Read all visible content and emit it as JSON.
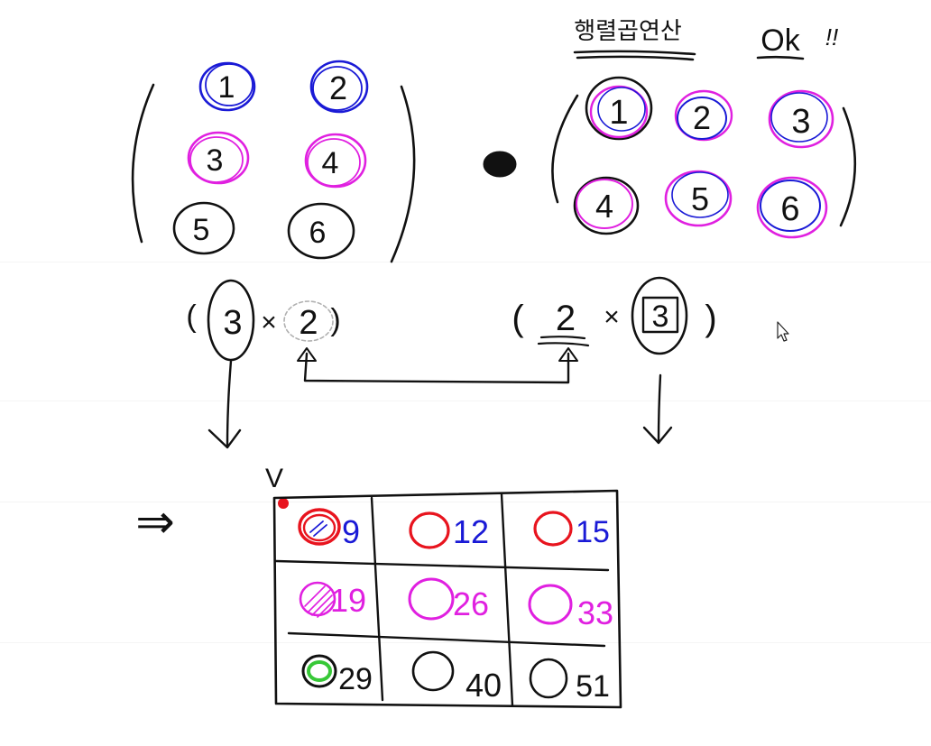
{
  "colors": {
    "ink": "#111111",
    "blue": "#1a1ad6",
    "magenta": "#e020e0",
    "red": "#e8141e",
    "green": "#37c837",
    "ruled_line": "#f4f4f4"
  },
  "header": {
    "korean_title": "행렬곱연산",
    "ok_mark": "Ok",
    "exclaim": "!!"
  },
  "matrix_a": {
    "rows": [
      [
        {
          "text": "1",
          "color": "blue"
        },
        {
          "text": "2",
          "color": "blue"
        }
      ],
      [
        {
          "text": "3",
          "color": "magenta"
        },
        {
          "text": "4",
          "color": "magenta"
        }
      ],
      [
        {
          "text": "5",
          "color": "ink"
        },
        {
          "text": "6",
          "color": "ink"
        }
      ]
    ]
  },
  "matrix_b": {
    "rows": [
      [
        {
          "text": "1",
          "color": "magenta"
        },
        {
          "text": "2",
          "color": "blue"
        },
        {
          "text": "3",
          "color": "magenta"
        }
      ],
      [
        {
          "text": "4",
          "color": "ink"
        },
        {
          "text": "5",
          "color": "magenta"
        },
        {
          "text": "6",
          "color": "blue"
        }
      ]
    ]
  },
  "dims_a": {
    "open": "(",
    "rows": "3",
    "times": "×",
    "cols": "2",
    "close": ")"
  },
  "dims_b": {
    "open": "(",
    "rows": "2",
    "times": "×",
    "cols": "3",
    "close": ")"
  },
  "implies": "⇒",
  "check": "V",
  "result": {
    "rows": [
      [
        {
          "value": "9",
          "color": "blue",
          "mark": "red"
        },
        {
          "value": "12",
          "color": "blue",
          "mark": "red"
        },
        {
          "value": "15",
          "color": "blue",
          "mark": "red"
        }
      ],
      [
        {
          "value": "19",
          "color": "magenta",
          "mark": "magenta"
        },
        {
          "value": "26",
          "color": "magenta",
          "mark": "magenta"
        },
        {
          "value": "33",
          "color": "magenta",
          "mark": "magenta"
        }
      ],
      [
        {
          "value": "29",
          "color": "ink",
          "mark": "green"
        },
        {
          "value": "40",
          "color": "ink",
          "mark": "ink"
        },
        {
          "value": "51",
          "color": "ink",
          "mark": "ink"
        }
      ]
    ]
  },
  "cursor": "mouse-pointer-icon"
}
